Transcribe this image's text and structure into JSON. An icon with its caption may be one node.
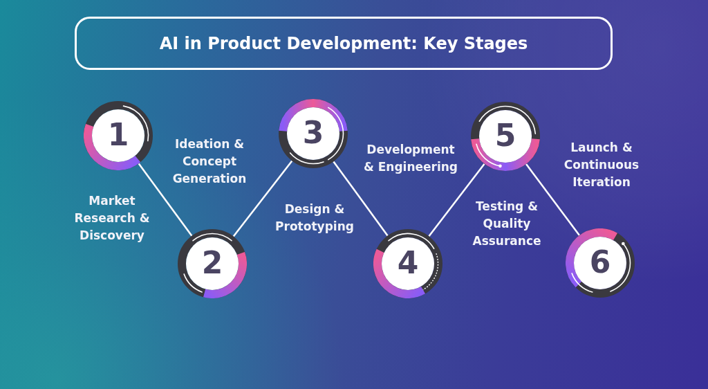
{
  "diagram": {
    "title": "AI in Product Development: Key Stages",
    "nodes": [
      {
        "text": [
          "1"
        ]
      },
      {
        "text": [
          "2"
        ]
      },
      {
        "text": [
          "3"
        ]
      },
      {
        "text": [
          "4"
        ]
      },
      {
        "text": [
          "5"
        ]
      },
      {
        "text": [
          "6"
        ]
      }
    ],
    "edges": [
      {
        "from": 0,
        "to": 1,
        "arrow": "none"
      },
      {
        "from": 1,
        "to": 2,
        "arrow": "none"
      },
      {
        "from": 2,
        "to": 3,
        "arrow": "none"
      },
      {
        "from": 3,
        "to": 4,
        "arrow": "none"
      },
      {
        "from": 4,
        "to": 5,
        "arrow": "none"
      }
    ],
    "labels": [
      "Market Research & Discovery",
      "Ideation & Concept Generation",
      "Design & Prototyping",
      "Development & Engineering",
      "Testing & Quality Assurance",
      "Launch & Continuous Iteration"
    ]
  }
}
